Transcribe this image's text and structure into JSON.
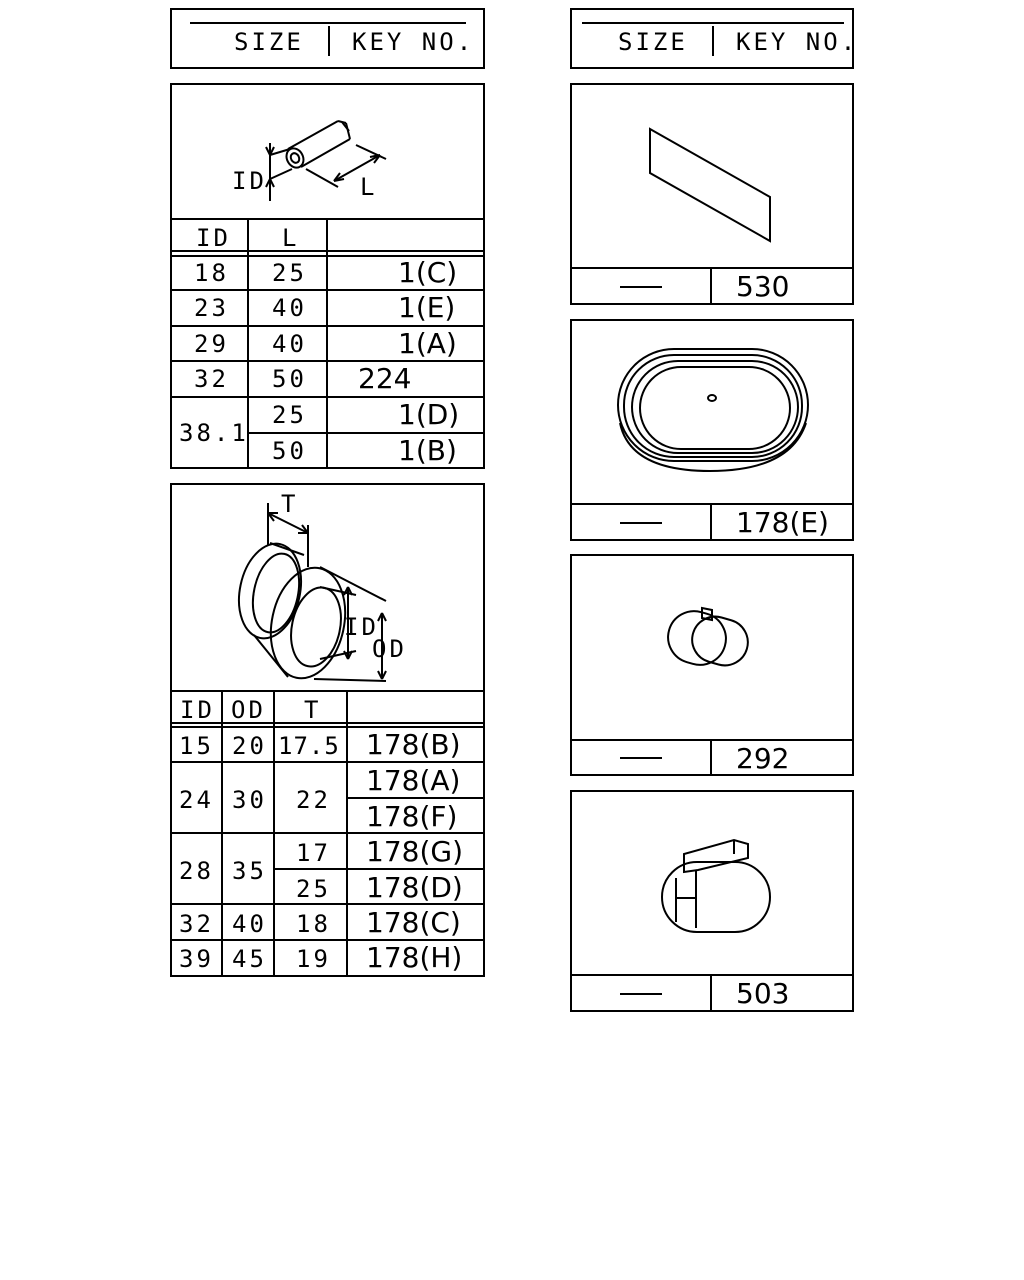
{
  "header_left": {
    "size_label": "SIZE",
    "key_label": "KEY NO."
  },
  "header_right": {
    "size_label": "SIZE",
    "key_label": "KEY NO."
  },
  "tube_table": {
    "diagram_labels": {
      "id": "ID",
      "l": "L"
    },
    "columns": [
      "ID",
      "L",
      ""
    ],
    "rows": [
      {
        "id": "18",
        "l": "25",
        "key": "1(C)"
      },
      {
        "id": "23",
        "l": "40",
        "key": "1(E)"
      },
      {
        "id": "29",
        "l": "40",
        "key": "1(A)"
      },
      {
        "id": "32",
        "l": "50",
        "key": "224"
      },
      {
        "id": "38.1",
        "l": "25",
        "key": "1(D)"
      },
      {
        "id": "38.1",
        "l": "50",
        "key": "1(B)"
      }
    ]
  },
  "grommet_table": {
    "diagram_labels": {
      "t": "T",
      "id": "ID",
      "od": "OD"
    },
    "columns": [
      "ID",
      "OD",
      "T",
      ""
    ],
    "rows": [
      {
        "id": "15",
        "od": "20",
        "t": "17.5",
        "key": "178(B)"
      },
      {
        "id": "24",
        "od": "30",
        "t": "22",
        "key": "178(A)"
      },
      {
        "id": "24",
        "od": "30",
        "t": "22",
        "key": "178(F)"
      },
      {
        "id": "28",
        "od": "35",
        "t": "17",
        "key": "178(G)"
      },
      {
        "id": "28",
        "od": "35",
        "t": "25",
        "key": "178(D)"
      },
      {
        "id": "32",
        "od": "40",
        "t": "18",
        "key": "178(C)"
      },
      {
        "id": "39",
        "od": "45",
        "t": "19",
        "key": "178(H)"
      }
    ]
  },
  "right_parts": [
    {
      "size": "—",
      "key": "530",
      "icon": "sheet-icon"
    },
    {
      "size": "—",
      "key": "178(E)",
      "icon": "oval-plug-icon"
    },
    {
      "size": "—",
      "key": "292",
      "icon": "small-clip-icon"
    },
    {
      "size": "—",
      "key": "503",
      "icon": "cable-clip-icon"
    }
  ]
}
